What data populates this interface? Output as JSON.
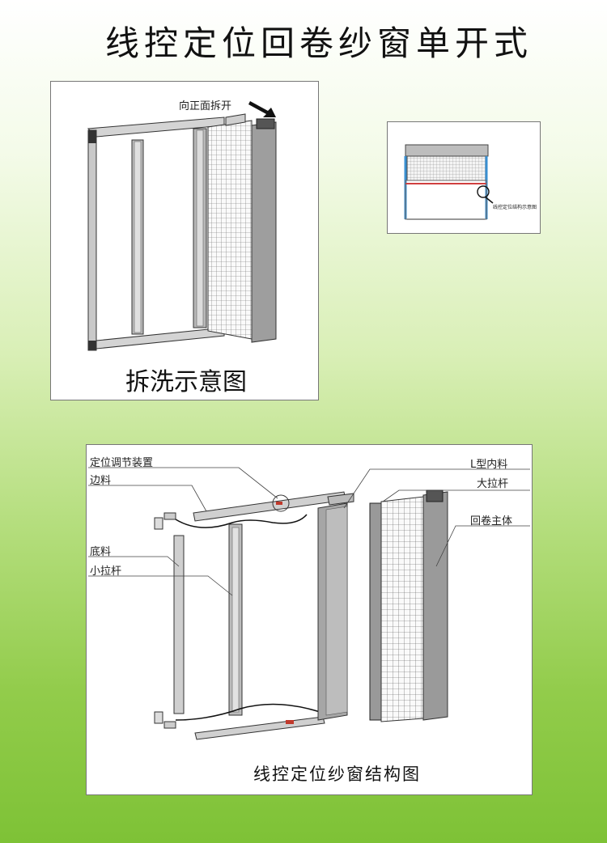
{
  "title": "线控定位回卷纱窗单开式",
  "panel1": {
    "arrow_label": "向正面拆开",
    "caption": "拆洗示意图"
  },
  "panel2": {
    "inset_label": "线控定位结构示意图"
  },
  "panel3": {
    "labels": {
      "positioning": "定位调节装置",
      "side": "边料",
      "bottom": "底料",
      "small_bar": "小拉杆",
      "l_inner": "L型内料",
      "big_bar": "大拉杆",
      "roll_body": "回卷主体"
    },
    "caption": "线控定位纱窗结构图"
  }
}
